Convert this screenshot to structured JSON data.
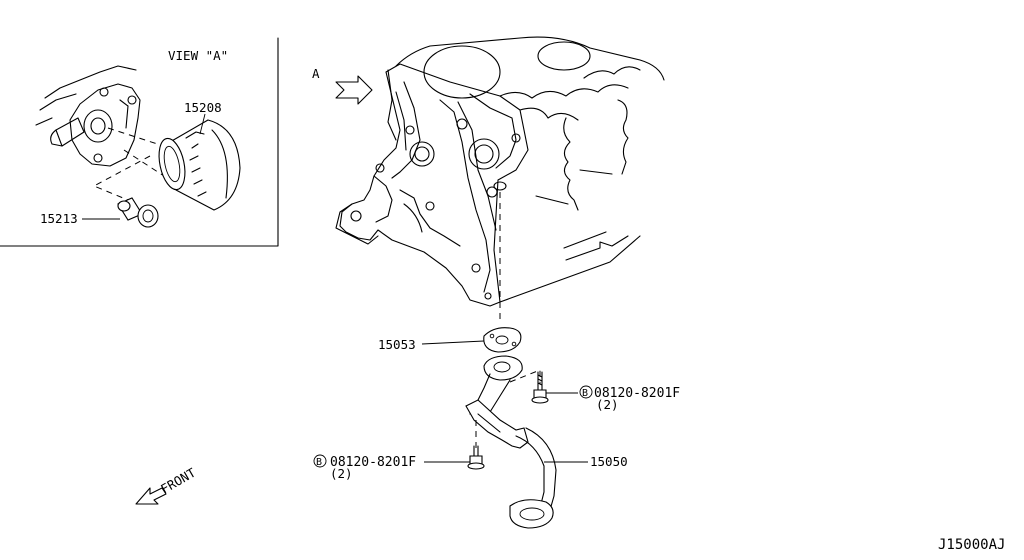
{
  "view_box": {
    "title": "VIEW \"A\"",
    "parts": {
      "filter": "15208",
      "connector": "15213"
    }
  },
  "main": {
    "view_arrow_label": "A",
    "parts": {
      "gasket": "15053",
      "strainer": "15050"
    },
    "bolts": [
      {
        "symbol": "B",
        "number": "08120-8201F",
        "qty": "(2)"
      },
      {
        "symbol": "B",
        "number": "08120-8201F",
        "qty": "(2)"
      }
    ],
    "front_label": "FRONT"
  },
  "diagram_code": "J15000AJ"
}
